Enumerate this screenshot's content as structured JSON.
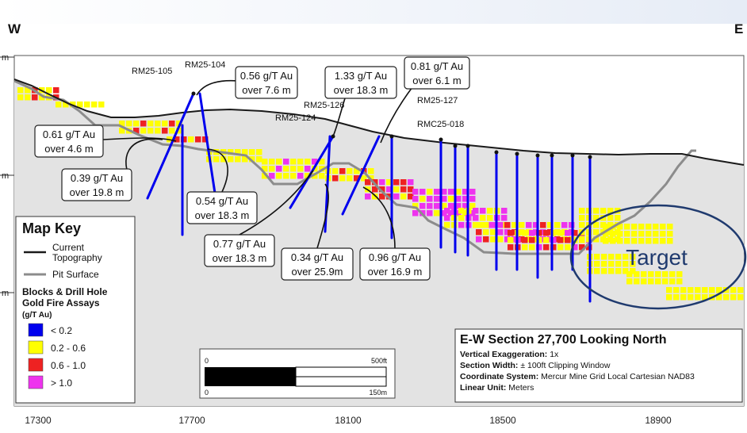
{
  "header": {
    "west": "W",
    "east": "E"
  },
  "axis": {
    "x_ticks": [
      "17300",
      "17700",
      "18100",
      "18500",
      "18900"
    ]
  },
  "holes": [
    "RM25-105",
    "RM25-104",
    "RM25-126",
    "RM25-124",
    "RM25-127",
    "RMC25-018"
  ],
  "callouts": [
    {
      "grade": "0.56 g/T Au",
      "length": "over 7.6 m"
    },
    {
      "grade": "1.33 g/T Au",
      "length": "over 18.3 m"
    },
    {
      "grade": "0.81 g/T Au",
      "length": "over 6.1 m"
    },
    {
      "grade": "0.61 g/T Au",
      "length": "over 4.6 m"
    },
    {
      "grade": "0.39 g/T Au",
      "length": "over 19.8 m"
    },
    {
      "grade": "0.54 g/T Au",
      "length": "over 18.3 m"
    },
    {
      "grade": "0.77 g/T Au",
      "length": "over 18.3 m"
    },
    {
      "grade": "0.34 g/T Au",
      "length": "over 25.9m"
    },
    {
      "grade": "0.96 g/T Au",
      "length": "over 16.9 m"
    }
  ],
  "target": {
    "label": "Target"
  },
  "map_key": {
    "title": "Map Key",
    "topo": [
      "Current",
      "Topography"
    ],
    "pit": "Pit Surface",
    "blocks_title": [
      "Blocks & Drill Hole",
      "Gold Fire Assays"
    ],
    "units": "(g/T Au)",
    "bins": [
      {
        "label": "< 0.2",
        "color": "#0000ee"
      },
      {
        "label": "0.2 - 0.6",
        "color": "#ffff00"
      },
      {
        "label": "0.6 - 1.0",
        "color": "#ee2222"
      },
      {
        "label": "> 1.0",
        "color": "#ee33ee"
      }
    ]
  },
  "scale_bar": {
    "zero_top": "0",
    "zero_bottom": "0",
    "ft": "500ft",
    "m": "150m"
  },
  "title_block": {
    "title": "E-W Section 27,700 Looking North",
    "rows": [
      {
        "label": "Vertical Exaggeration:",
        "value": " 1x"
      },
      {
        "label": "Section Width:",
        "value": " ± 100ft Clipping Window"
      },
      {
        "label": "Coordinate System:",
        "value": " Mercur Mine Grid Local Cartesian NAD83"
      },
      {
        "label": "Linear Unit:",
        "value": " Meters"
      }
    ]
  },
  "colors": {
    "topo": "#1a1a1a",
    "pit": "#8c8c8c",
    "low": "#0000ee",
    "mid": "#ffff00",
    "high": "#ee2222",
    "vhigh": "#ee33ee",
    "target_ring": "#1f3a6e"
  }
}
